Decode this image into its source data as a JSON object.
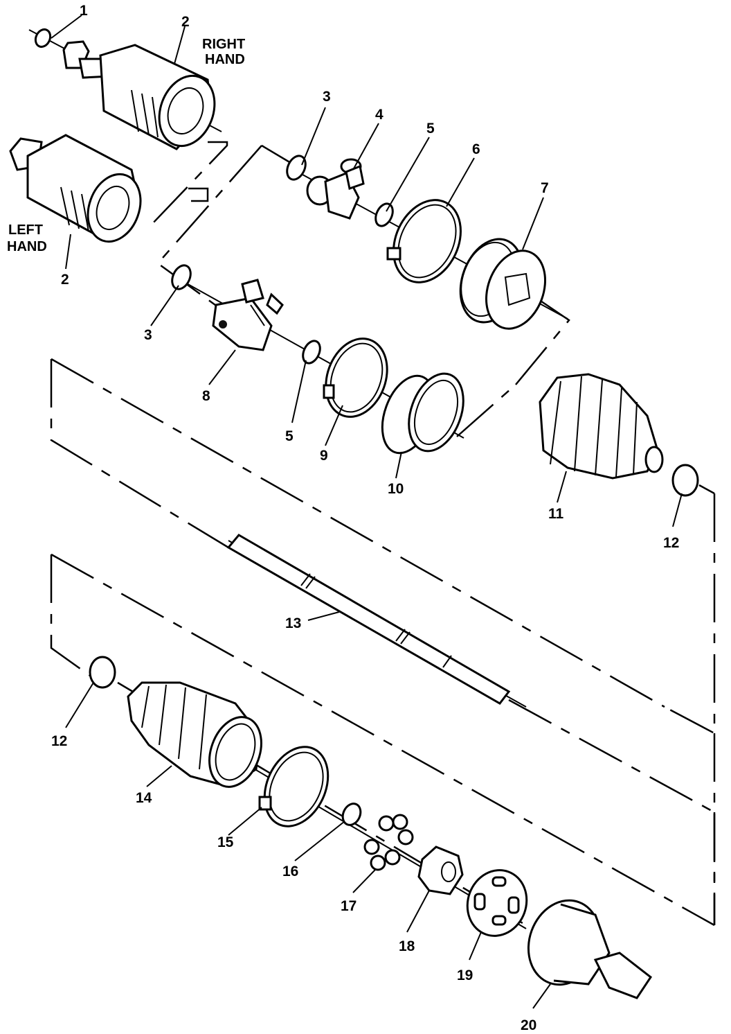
{
  "diagram": {
    "hand_labels": {
      "right_line1": "RIGHT",
      "right_line2": "HAND",
      "left_line1": "LEFT",
      "left_line2": "HAND"
    },
    "callouts": {
      "p1": "1",
      "p2_right": "2",
      "p2_left": "2",
      "p3_top": "3",
      "p3_left": "3",
      "p4": "4",
      "p5_top": "5",
      "p5_mid": "5",
      "p6": "6",
      "p7": "7",
      "p8": "8",
      "p9": "9",
      "p10": "10",
      "p11": "11",
      "p12_right": "12",
      "p12_left": "12",
      "p13": "13",
      "p14": "14",
      "p15": "15",
      "p16": "16",
      "p17": "17",
      "p18": "18",
      "p19": "19",
      "p20": "20"
    }
  }
}
